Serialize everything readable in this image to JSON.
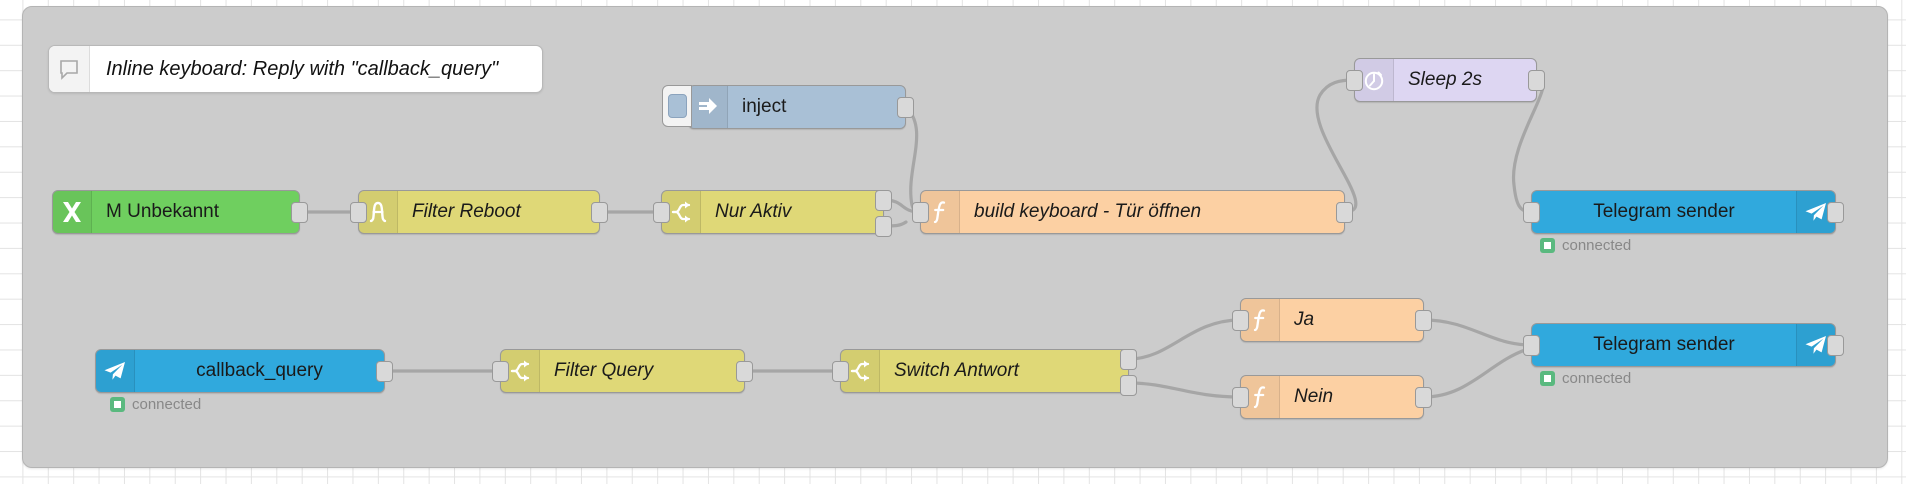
{
  "editor": {
    "app": "node-red-flow-editor",
    "canvas_background": "#ffffff",
    "grid_color": "#e3e3e3",
    "group_background": "#cccccc",
    "wire_color": "#a6a6a6"
  },
  "comment": {
    "text": "Inline keyboard: Reply with \"callback_query\"",
    "icon": "speech-bubble-icon"
  },
  "nodes": [
    {
      "id": "inject",
      "label": "inject",
      "type": "inject",
      "icon": "arrow-right-icon",
      "color": "#a9c0d6",
      "italic": false,
      "has_button": true,
      "inputs": 0,
      "outputs": 1
    },
    {
      "id": "sleep",
      "label": "Sleep 2s",
      "type": "delay",
      "icon": "stopwatch-icon",
      "color": "#ddd6f2",
      "italic": true,
      "inputs": 1,
      "outputs": 1
    },
    {
      "id": "m-unbekannt",
      "label": "M Unbekannt",
      "type": "link-in",
      "icon": "x-mark-icon",
      "color": "#6fcf5f",
      "italic": false,
      "inputs": 0,
      "outputs": 1
    },
    {
      "id": "filter-reboot",
      "label": "Filter Reboot",
      "type": "rbe-filter",
      "icon": "step-function-icon",
      "color": "#dfd877",
      "italic": true,
      "inputs": 1,
      "outputs": 1
    },
    {
      "id": "nur-aktiv",
      "label": "Nur Aktiv",
      "type": "switch",
      "icon": "switch-branch-icon",
      "color": "#dfd877",
      "italic": true,
      "inputs": 1,
      "outputs": 2
    },
    {
      "id": "build-keyboard",
      "label": "build keyboard - Tür öffnen",
      "type": "function",
      "icon": "function-f-icon",
      "color": "#fcd0a3",
      "italic": true,
      "inputs": 1,
      "outputs": 1
    },
    {
      "id": "telegram-sender-1",
      "label": "Telegram sender",
      "type": "telegram-sender",
      "icon": "telegram-paper-plane-icon",
      "icon_side": "right",
      "color": "#30a9dd",
      "italic": false,
      "status": "connected",
      "inputs": 1,
      "outputs": 1
    },
    {
      "id": "callback-query",
      "label": "callback_query",
      "type": "telegram-receiver",
      "icon": "telegram-paper-plane-icon",
      "icon_side": "left",
      "color": "#30a9dd",
      "italic": false,
      "status": "connected",
      "inputs": 0,
      "outputs": 1
    },
    {
      "id": "filter-query",
      "label": "Filter Query",
      "type": "switch",
      "icon": "switch-branch-icon",
      "color": "#dfd877",
      "italic": true,
      "inputs": 1,
      "outputs": 1
    },
    {
      "id": "switch-antwort",
      "label": "Switch Antwort",
      "type": "switch",
      "icon": "switch-branch-icon",
      "color": "#dfd877",
      "italic": true,
      "inputs": 1,
      "outputs": 2
    },
    {
      "id": "ja",
      "label": "Ja",
      "type": "function",
      "icon": "function-f-icon",
      "color": "#fcd0a3",
      "italic": true,
      "inputs": 1,
      "outputs": 1
    },
    {
      "id": "nein",
      "label": "Nein",
      "type": "function",
      "icon": "function-f-icon",
      "color": "#fcd0a3",
      "italic": true,
      "inputs": 1,
      "outputs": 1
    },
    {
      "id": "telegram-sender-2",
      "label": "Telegram sender",
      "type": "telegram-sender",
      "icon": "telegram-paper-plane-icon",
      "icon_side": "right",
      "color": "#30a9dd",
      "italic": false,
      "status": "connected",
      "inputs": 1,
      "outputs": 1
    }
  ],
  "statuses": {
    "connected": "connected",
    "color": "#5ab97f"
  }
}
